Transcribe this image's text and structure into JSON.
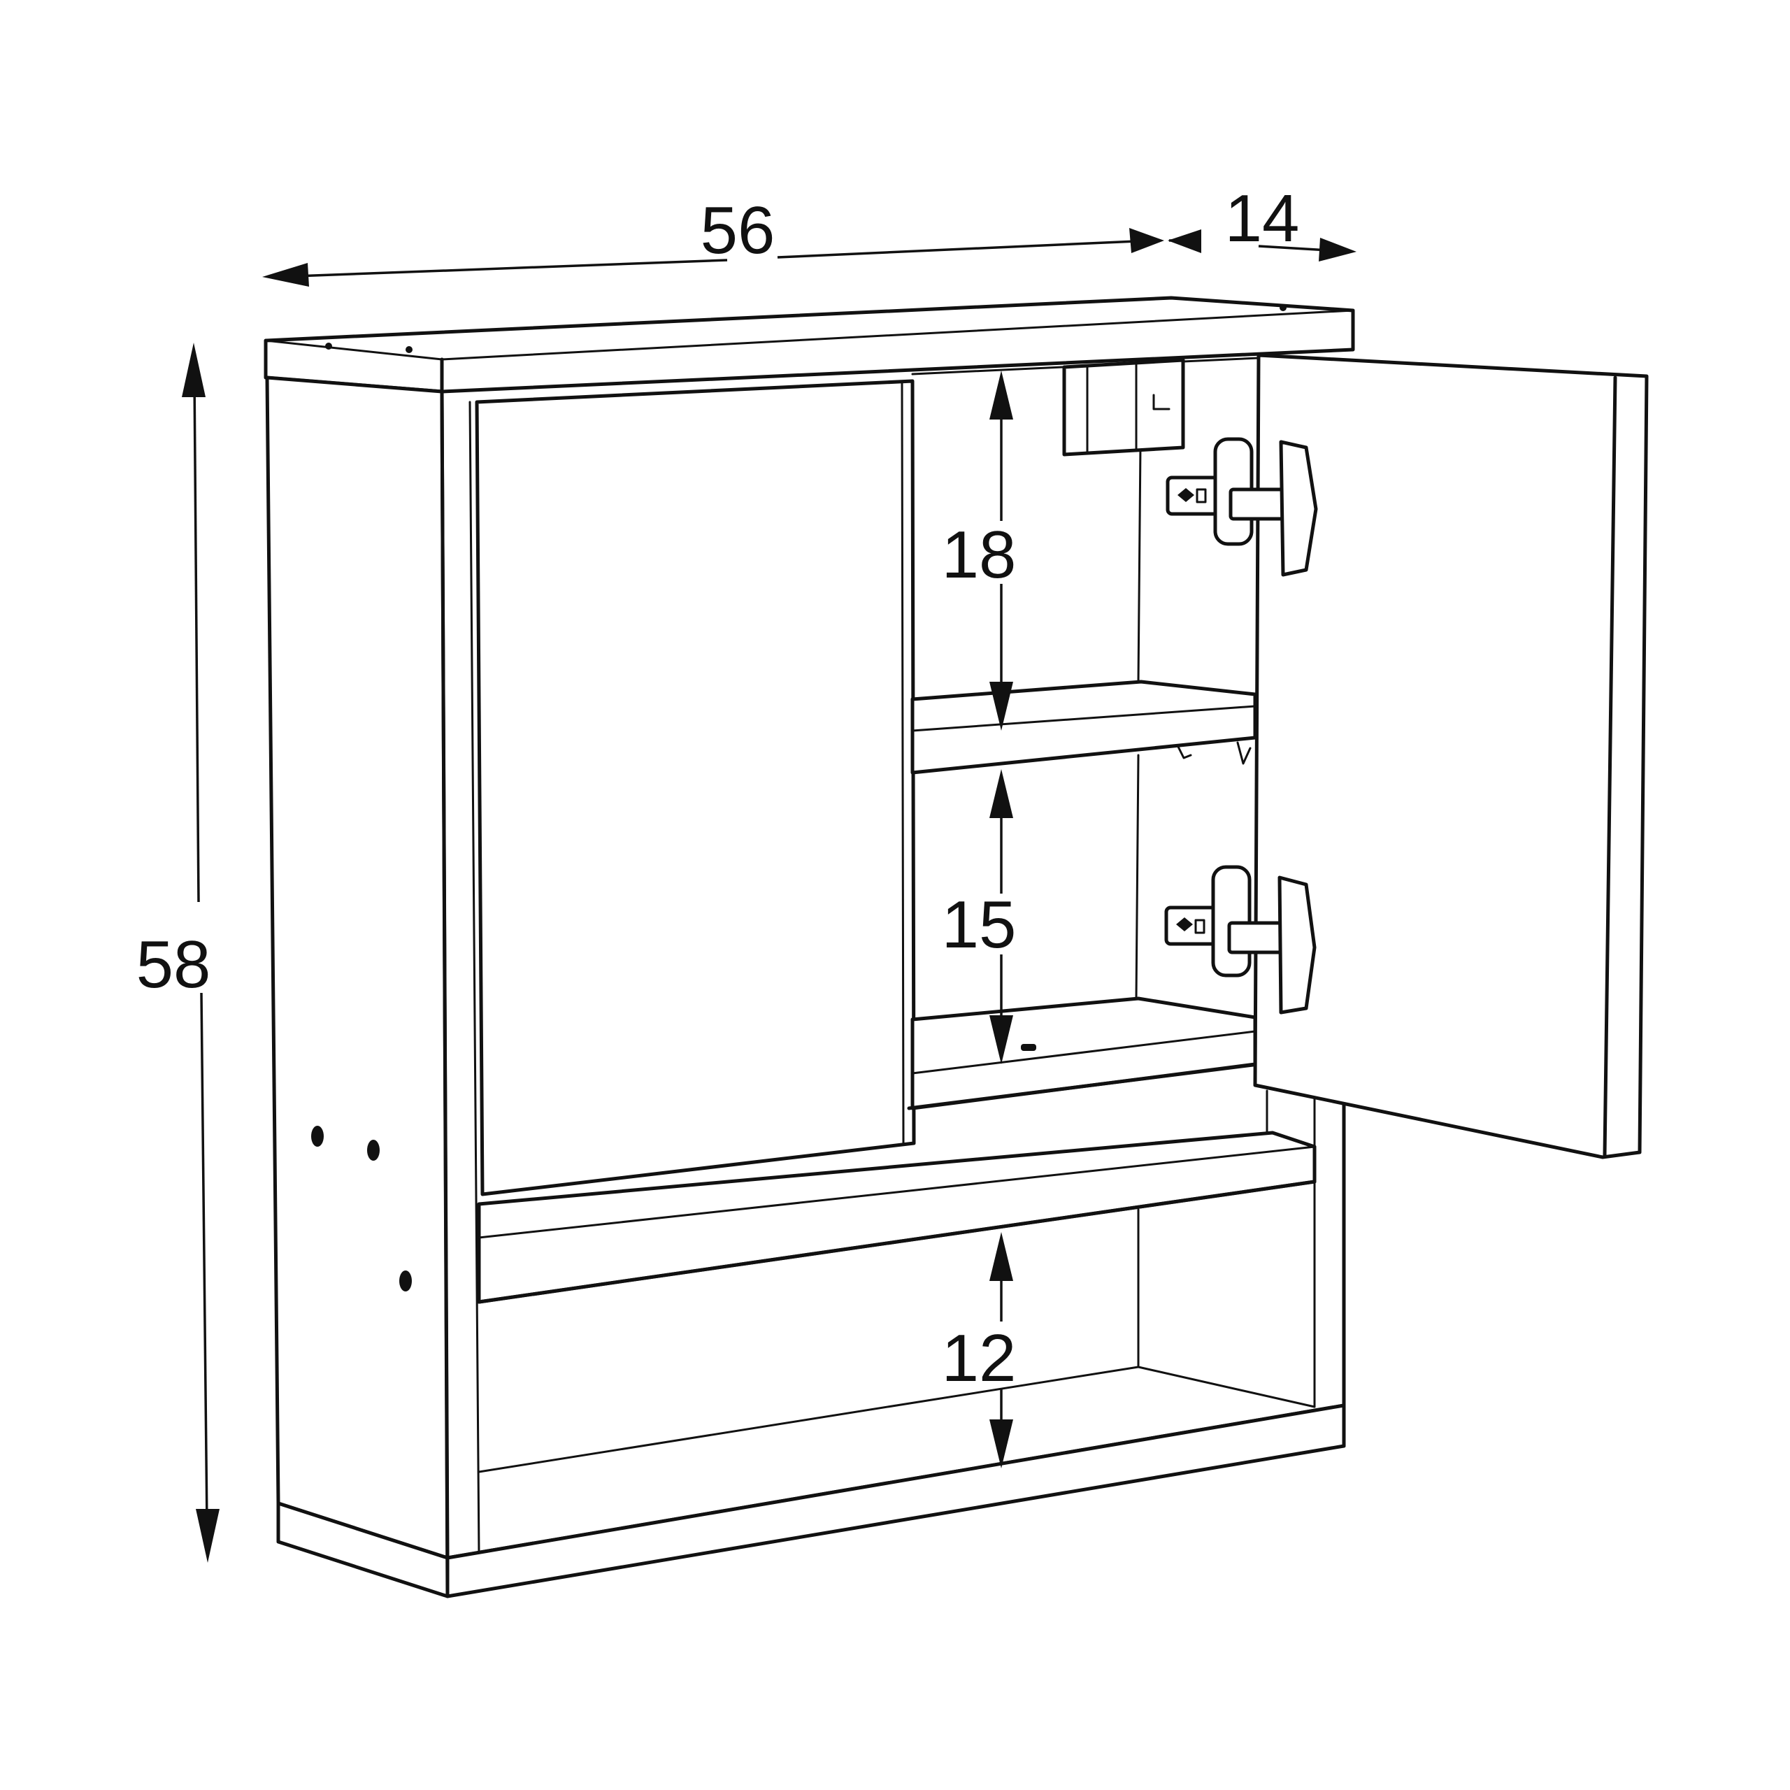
{
  "dimensions": {
    "width": "56",
    "depth": "14",
    "height": "58",
    "top_compartment": "18",
    "middle_compartment": "15",
    "bottom_compartment": "12"
  },
  "colors": {
    "line": "#111111",
    "background": "#ffffff"
  }
}
